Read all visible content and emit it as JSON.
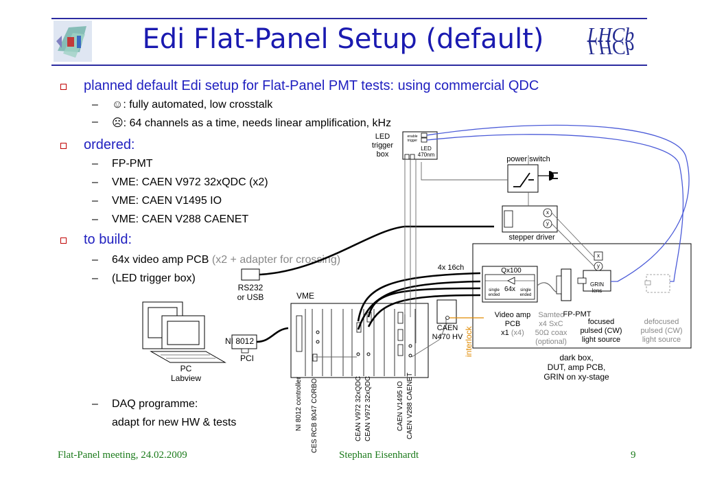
{
  "title": "Edi Flat-Panel Setup (default)",
  "bullets": {
    "b1": "planned default Edi setup for Flat-Panel PMT tests: using commercial QDC",
    "b1_subs": [
      "☺: fully automated, low crosstalk",
      "☹: 64 channels as a time, needs linear amplification, kHz"
    ],
    "b2": "ordered:",
    "b2_subs": [
      "FP-PMT",
      "VME: CAEN V972 32xQDC (x2)",
      "VME: CAEN V1495 IO",
      "VME: CAEN V288 CAENET"
    ],
    "b3": "to build:",
    "b3_sub1_main": "64x video amp PCB",
    "b3_sub1_grey": "(x2 + adapter for  crossing)",
    "b3_sub2": "(LED trigger box)",
    "b3_sub3_line1": "DAQ programme:",
    "b3_sub3_line2": "adapt for new HW & tests"
  },
  "diagram": {
    "led_box": [
      "LED",
      "trigger",
      "box"
    ],
    "led_inner": [
      "LED",
      "470nm"
    ],
    "led_tiny": "enable trigger",
    "power_switch": "power switch",
    "stepper_driver": "stepper driver",
    "x": "x",
    "y": "y",
    "ch": "4x 16ch",
    "qx": "Qx100",
    "x64": "64x",
    "single_ended": [
      "single",
      "ended"
    ],
    "rs232": [
      "RS232",
      "or USB"
    ],
    "vme": "VME",
    "ni8012": "NI 8012",
    "pci": "PCI",
    "pc": [
      "PC",
      "Labview"
    ],
    "caen_hv": [
      "CAEN",
      "N470 HV"
    ],
    "interlock": "interlock",
    "video_amp": [
      "Video amp",
      "PCB"
    ],
    "video_amp_x1": "x1",
    "video_amp_x4": "(x4)",
    "samtec": [
      "Samtec",
      "x4 SxC",
      "50Ω coax",
      "(optional)"
    ],
    "fp_pmt": "FP-PMT",
    "focused": [
      "focused",
      "pulsed (CW)",
      "light source"
    ],
    "defocused": [
      "defocused",
      "pulsed (CW)",
      "light source"
    ],
    "grin": [
      "GRIN",
      "lens"
    ],
    "dark_box": [
      "dark box,",
      "DUT, amp PCB,",
      "GRIN on xy-stage"
    ],
    "modules": [
      "NI 8012 controller",
      "CES RCB 8047 CORBO",
      "CEAN V972 32xQDC",
      "CEAN V972 32xQDC",
      "CAEN V1495 IO",
      "CAEN V288 CAENET"
    ]
  },
  "footer": {
    "left": "Flat-Panel meeting, 24.02.2009",
    "center": "Stephan Eisenhardt",
    "page": "9"
  },
  "colors": {
    "title": "#1a1ab0",
    "bullet_l1": "#2020c0",
    "bullet_square": "#c00000",
    "footer": "#1a7a1a",
    "interlock": "#e08a00",
    "cable_blue": "#4a5ad8"
  },
  "icons": [
    "lhcb-logo",
    "detector-logo",
    "smiley-icon",
    "frown-icon",
    "computer-icon",
    "plug-icon",
    "switch-icon"
  ]
}
